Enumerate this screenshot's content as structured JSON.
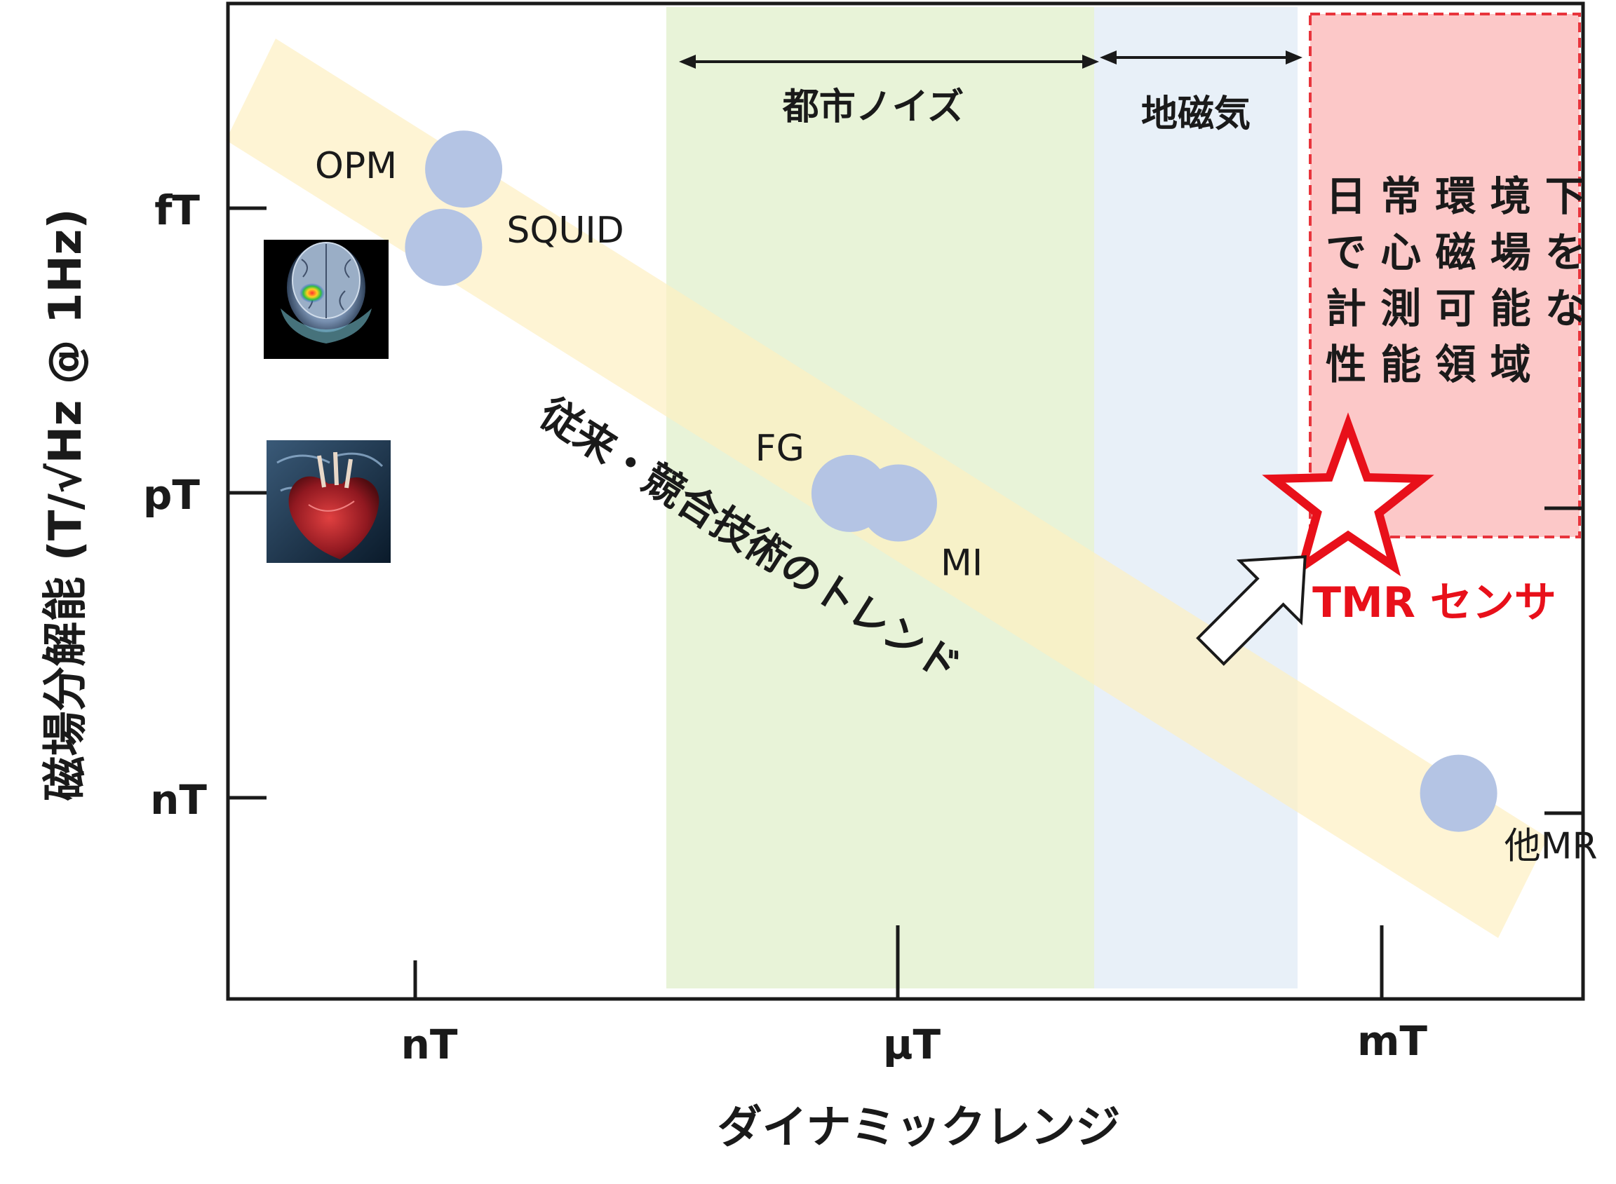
{
  "chart_data": {
    "type": "scatter",
    "title": "",
    "xlabel": "ダイナミックレンジ",
    "ylabel": "磁場分解能 (T/√Hz @ 1Hz)",
    "x_ticks": [
      "nT",
      "μT",
      "mT"
    ],
    "y_ticks": [
      "fT",
      "pT",
      "nT"
    ],
    "x_scale": "log",
    "y_scale": "log",
    "grid": false,
    "points": [
      {
        "label": "OPM",
        "x": 2e-09,
        "y": 4e-16
      },
      {
        "label": "SQUID",
        "x": 1.5e-09,
        "y": 2.5e-15
      },
      {
        "label": "FG",
        "x": 5e-07,
        "y": 8e-13
      },
      {
        "label": "MI",
        "x": 1e-06,
        "y": 1e-12
      },
      {
        "label": "他MR",
        "x": 0.003,
        "y": 9e-10
      }
    ],
    "regions": [
      {
        "label": "都市ノイズ",
        "color": "#e8f3d8"
      },
      {
        "label": "地磁気",
        "color": "#e8f0f8"
      }
    ],
    "trend_label": "従来・競合技術のトレンド",
    "target_region": {
      "label_lines": [
        "日 常 環 境 下",
        "で 心 磁 場 を",
        "計 測 可 能 な",
        "性 能 領 域"
      ],
      "color": "#fcc8c8",
      "border_color": "#e8343c"
    },
    "highlight": {
      "label": "TMR センサ",
      "color": "#e8101a",
      "marker": "star-icon"
    }
  },
  "colors": {
    "point": "#b4c4e4",
    "trend_band": "#fdefc2",
    "axis": "#1a1a1a"
  },
  "images": [
    {
      "name": "brain-scan-icon"
    },
    {
      "name": "heart-icon"
    }
  ]
}
